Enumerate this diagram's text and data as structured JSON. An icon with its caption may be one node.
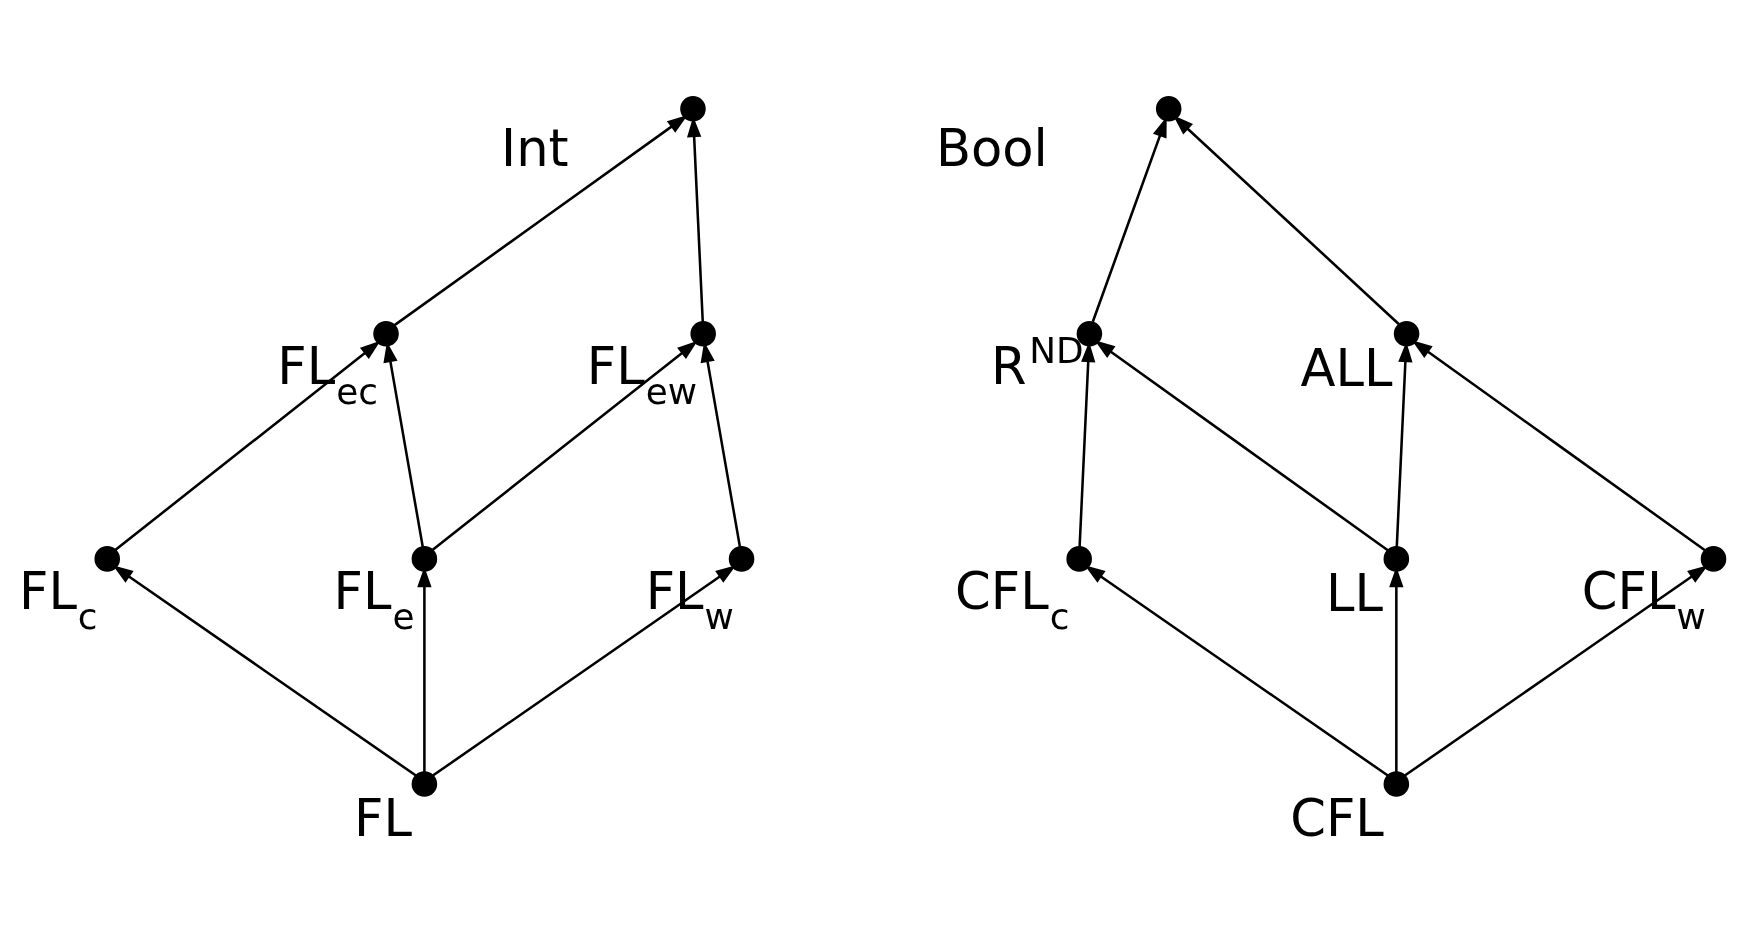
{
  "diagram": {
    "nodes": [
      {
        "text": [],
        "shape": "circle",
        "beside": [
          "Int"
        ]
      },
      {
        "text": [],
        "shape": "circle",
        "beside": [
          "FL$_{ec}$"
        ]
      },
      {
        "text": [],
        "shape": "circle",
        "beside": [
          "FL$_{ew}$"
        ]
      },
      {
        "text": [],
        "shape": "circle",
        "beside": [
          "FL$_{e}$"
        ]
      },
      {
        "text": [],
        "shape": "circle",
        "beside": [
          "FL$_{c}$"
        ]
      },
      {
        "text": [],
        "shape": "circle",
        "beside": [
          "FL$_{w}$"
        ]
      },
      {
        "text": [],
        "shape": "circle",
        "beside": [
          "FL"
        ]
      },
      {
        "text": [],
        "shape": "circle",
        "beside": [
          "Bool"
        ]
      },
      {
        "text": [],
        "shape": "circle",
        "beside": [
          "R$^{ND}$"
        ]
      },
      {
        "text": [],
        "shape": "circle",
        "beside": [
          "ALL"
        ]
      },
      {
        "text": [],
        "shape": "circle",
        "beside": [
          "LL"
        ]
      },
      {
        "text": [],
        "shape": "circle",
        "beside": [
          "CFL$_{c}$"
        ]
      },
      {
        "text": [],
        "shape": "circle",
        "beside": [
          "CFL$_{w}$"
        ]
      },
      {
        "text": [],
        "shape": "circle",
        "beside": [
          "CFL"
        ]
      }
    ],
    "edges": [
      {
        "from": 6,
        "to": 4,
        "arrow": "to"
      },
      {
        "from": 6,
        "to": 3,
        "arrow": "to"
      },
      {
        "from": 6,
        "to": 5,
        "arrow": "to"
      },
      {
        "from": 4,
        "to": 1,
        "arrow": "to"
      },
      {
        "from": 3,
        "to": 1,
        "arrow": "to"
      },
      {
        "from": 3,
        "to": 2,
        "arrow": "to"
      },
      {
        "from": 5,
        "to": 2,
        "arrow": "to"
      },
      {
        "from": 1,
        "to": 0,
        "arrow": "to"
      },
      {
        "from": 2,
        "to": 0,
        "arrow": "to"
      },
      {
        "from": 13,
        "to": 11,
        "arrow": "to"
      },
      {
        "from": 13,
        "to": 10,
        "arrow": "to"
      },
      {
        "from": 13,
        "to": 12,
        "arrow": "to"
      },
      {
        "from": 11,
        "to": 8,
        "arrow": "to"
      },
      {
        "from": 10,
        "to": 8,
        "arrow": "to"
      },
      {
        "from": 10,
        "to": 9,
        "arrow": "to"
      },
      {
        "from": 12,
        "to": 9,
        "arrow": "to"
      },
      {
        "from": 8,
        "to": 7,
        "arrow": "to"
      },
      {
        "from": 9,
        "to": 7,
        "arrow": "to"
      }
    ]
  }
}
